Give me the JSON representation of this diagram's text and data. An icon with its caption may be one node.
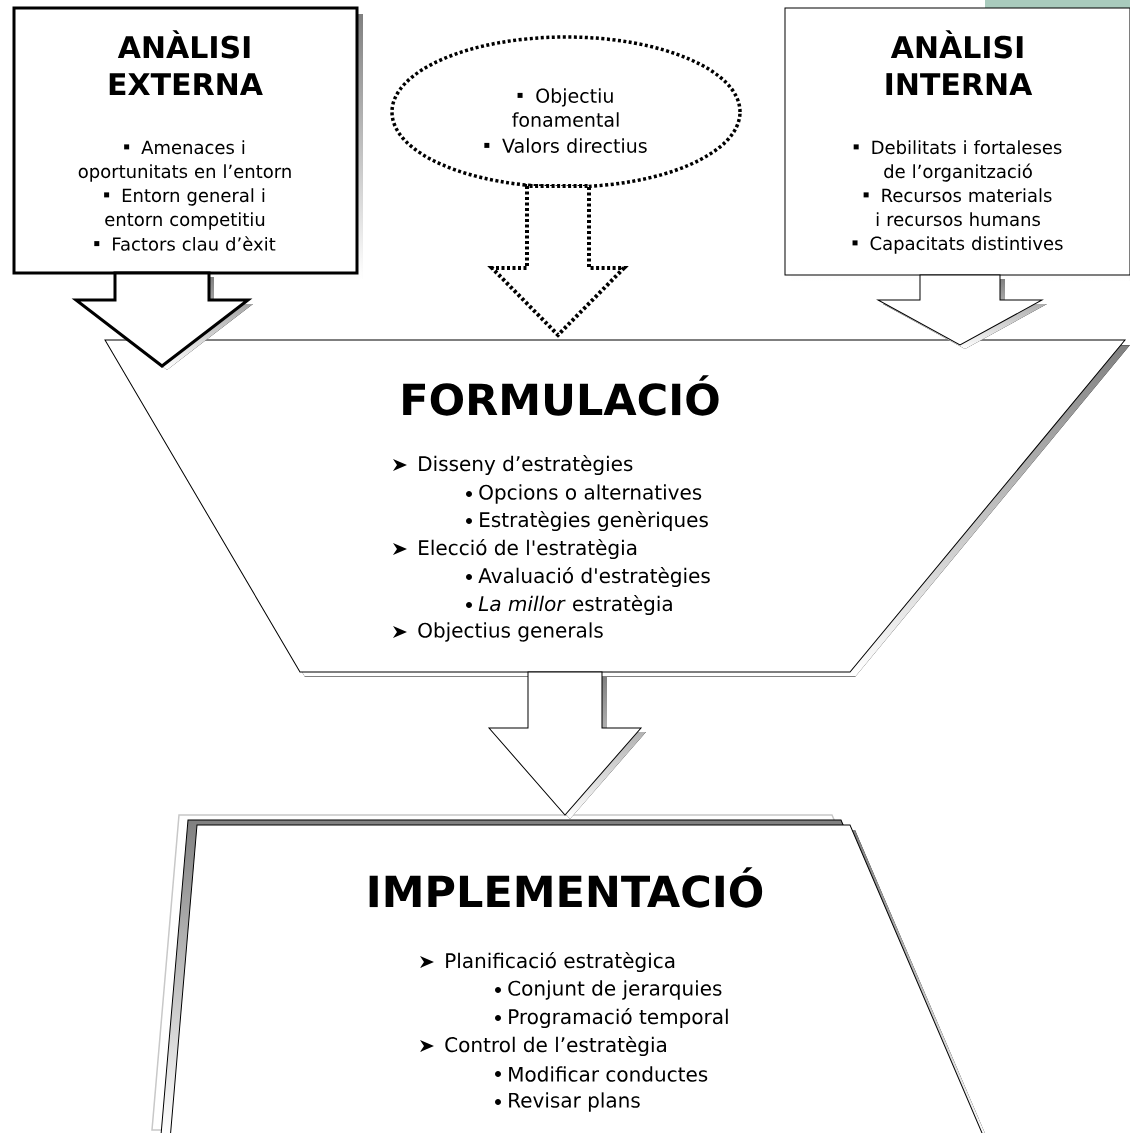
{
  "diagram": {
    "nodes": [
      {
        "text": [
          "ANÀLISI EXTERNA",
          "Amenaces i oportunitats en l’entorn",
          "Entorn general i entorn competitiu",
          "Factors clau d’èxit"
        ]
      },
      {
        "text": [
          "Objectiu fonamental",
          "Valors directius"
        ]
      },
      {
        "text": [
          "ANÀLISI INTERNA",
          "Debilitats i fortaleses de l’organització",
          "Recursos materials i recursos humans",
          "Capacitats distintives"
        ]
      },
      {
        "text": [
          "FORMULACIÓ",
          "Disseny d’estratègies",
          "Opcions o alternatives",
          "Estratègies genèriques",
          "Elecció de l'estratègia",
          "Avaluació d'estratègies",
          "*La millor* estratègia",
          "Objectius generals"
        ]
      },
      {
        "text": [
          "IMPLEMENTACIÓ",
          "Planificació estratègica",
          "Conjunt de jerarquies",
          "Programació temporal",
          "Control de l’estratègia",
          "Modificar conductes",
          "Revisar plans"
        ]
      }
    ],
    "edges": [
      {
        "from": 0,
        "to": 3,
        "arrow": "to",
        "style": "thick"
      },
      {
        "from": 1,
        "to": 3,
        "arrow": "to",
        "style": "dashed"
      },
      {
        "from": 2,
        "to": 3,
        "arrow": "to"
      },
      {
        "from": 3,
        "to": 4,
        "arrow": "to"
      }
    ]
  }
}
